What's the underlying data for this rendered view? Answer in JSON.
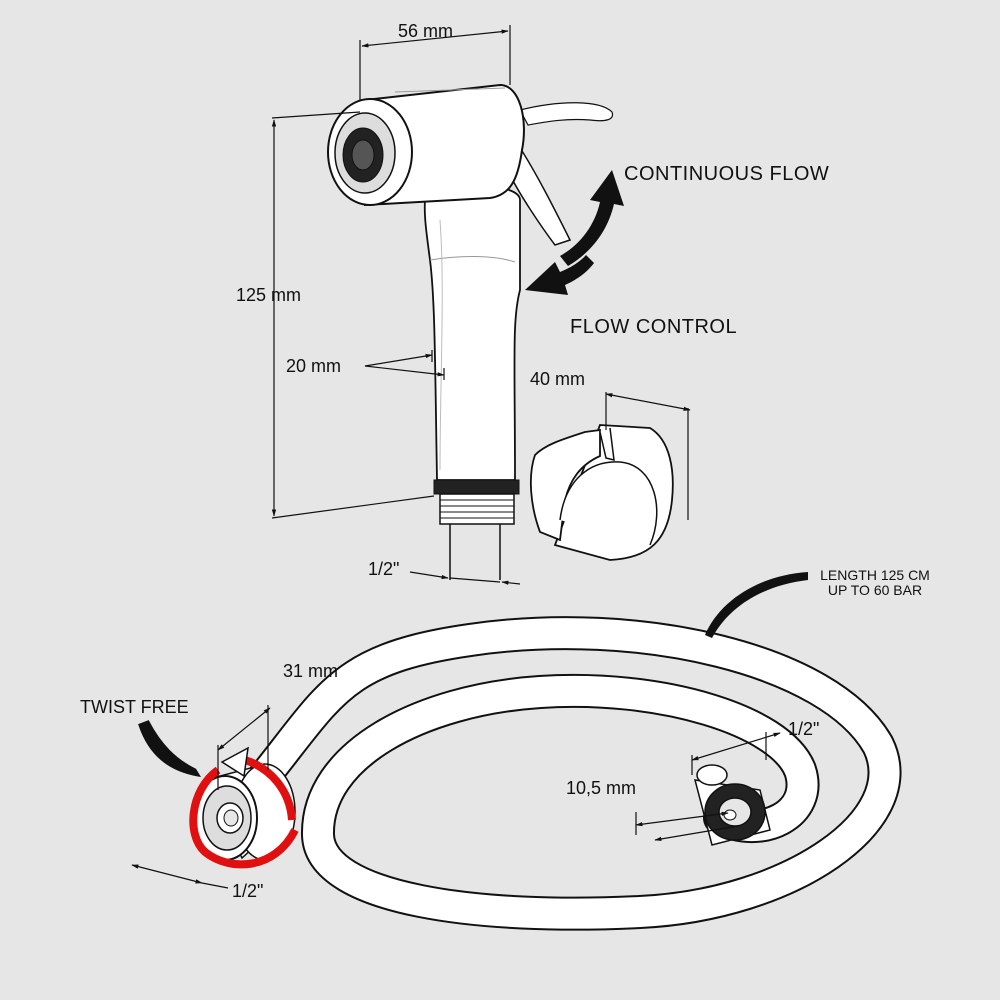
{
  "colors": {
    "background": "#e6e6e6",
    "line": "#111111",
    "fill": "#ffffff",
    "twist_arrow": "#e01010",
    "shade": "#cfcfcf"
  },
  "sprayer": {
    "width": "56  mm",
    "height": "125  mm",
    "handle": "20  mm",
    "thread": "1/2\""
  },
  "labels": {
    "continuous_flow": "CONTINUOUS  FLOW",
    "flow_control": "FLOW  CONTROL"
  },
  "holder": {
    "width": "40  mm"
  },
  "hose": {
    "length_line1": "LENGTH 125 CM",
    "length_line2": "UP TO 60 BAR",
    "twist_free": "TWIST FREE",
    "nut_width": "31  mm",
    "nut_thread": "1/2\"",
    "end_thread": "1/2\"",
    "end_size": "10,5 mm"
  }
}
